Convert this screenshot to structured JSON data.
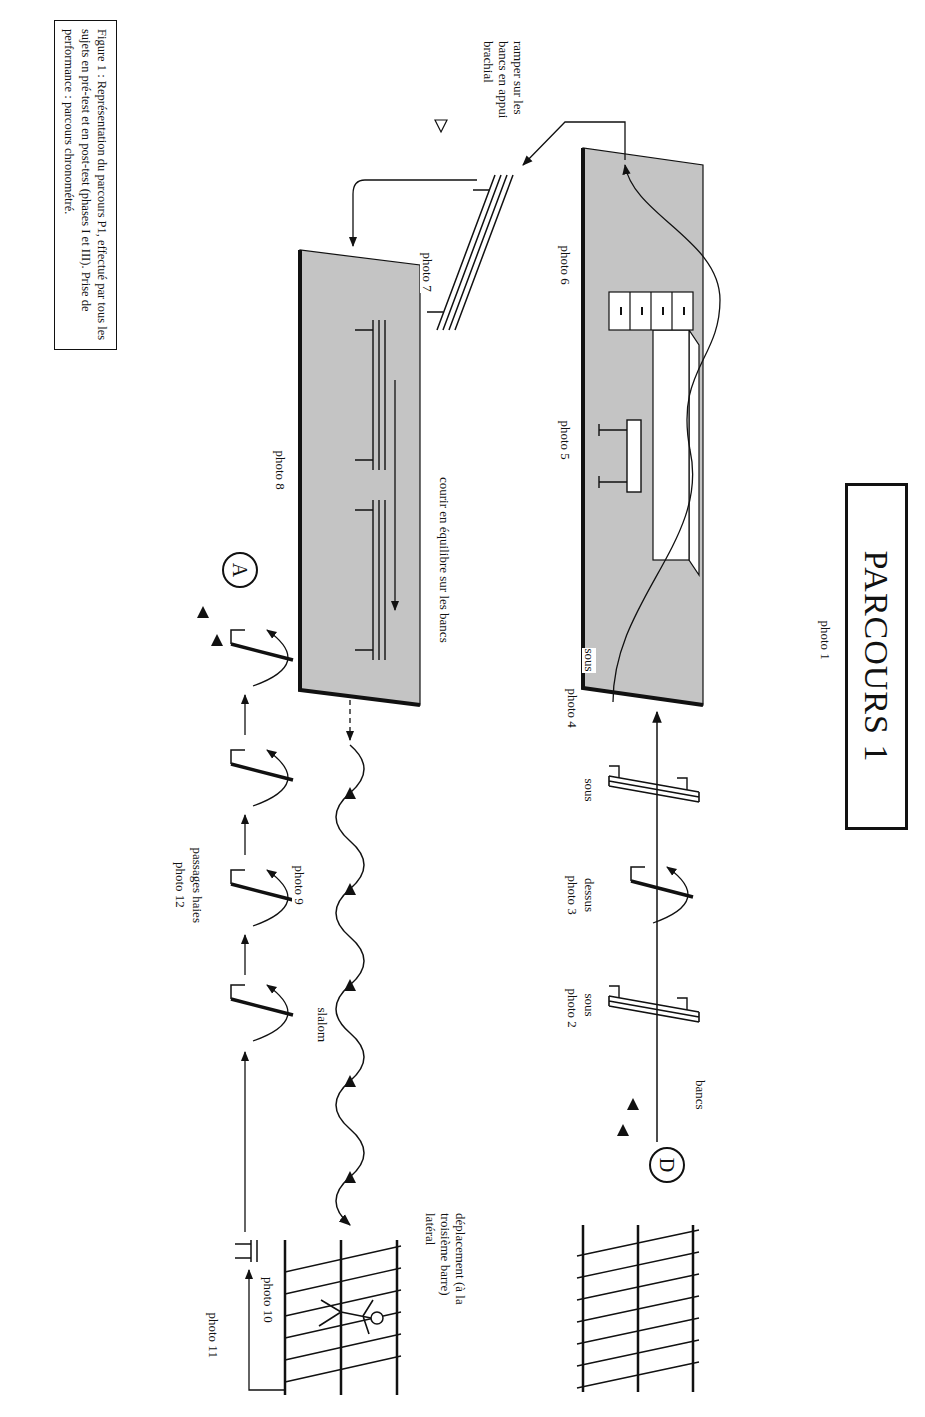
{
  "diagram": {
    "title": "PARCOURS 1",
    "caption": "Figure 1 : Représentation du parcours P1, effectué par tous les sujets en pré-test et en post-test (phases I et III). Prise de performance : parcours chronométré.",
    "nodes": [
      {
        "text": [
          "D"
        ]
      },
      {
        "text": [
          "A"
        ]
      }
    ],
    "labels": [
      "photo 1",
      "bancs",
      "sous",
      "photo 2",
      "dessus",
      "photo 3",
      "sous",
      "sous",
      "photo 4",
      "photo 5",
      "photo 6",
      "ramper sur les bancs en appui brachial",
      "photo 7",
      "courir en équilibre sur les bancs",
      "photo 8",
      "slalom",
      "photo 9",
      "déplacement (à la troisième barre) latéral",
      "photo 10",
      "passages haies",
      "photo 12",
      "photo 11"
    ]
  }
}
